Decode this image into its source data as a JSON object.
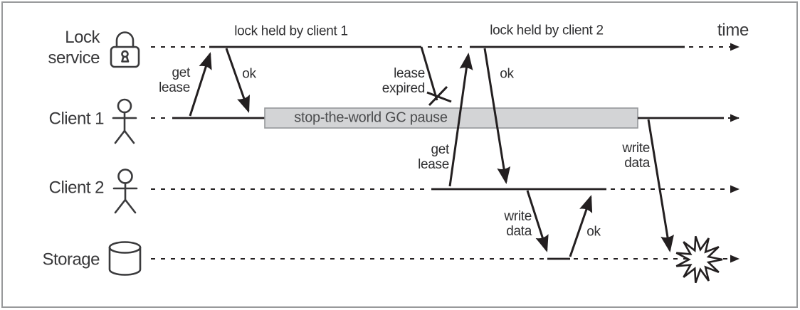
{
  "figure": {
    "type": "sequence-timing-diagram",
    "time_axis_label": "time"
  },
  "lanes": [
    {
      "name": "lock-service",
      "label_lines": [
        "Lock",
        "service"
      ],
      "icon": "padlock-icon"
    },
    {
      "name": "client-1",
      "label": "Client 1",
      "icon": "person-icon"
    },
    {
      "name": "client-2",
      "label": "Client 2",
      "icon": "person-icon"
    },
    {
      "name": "storage",
      "label": "Storage",
      "icon": "database-cylinder-icon"
    }
  ],
  "annotations": {
    "lock_held_1": "lock held by client 1",
    "lock_held_2": "lock held by client 2",
    "get_lease_1": [
      "get",
      "lease"
    ],
    "ok_1": "ok",
    "lease_expired": [
      "lease",
      "expired"
    ],
    "get_lease_2": [
      "get",
      "lease"
    ],
    "ok_2": "ok",
    "write_data_2": [
      "write",
      "data"
    ],
    "ok_storage": "ok",
    "write_data_1": [
      "write",
      "data"
    ],
    "gc_pause": "stop-the-world GC pause"
  },
  "colors": {
    "line": "#231f20",
    "text": "#38383a",
    "annotation_text": "#2f2f31",
    "gc_box_fill": "#d3d4d6",
    "gc_box_border": "#95979a",
    "gc_text": "#4c4d4f",
    "frame_border": "#98999b",
    "background": "#ffffff"
  }
}
